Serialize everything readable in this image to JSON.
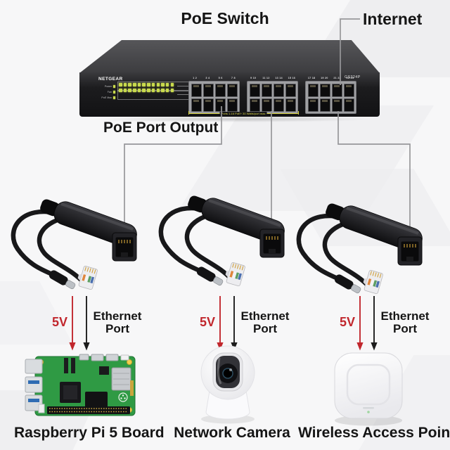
{
  "title": "PoE Switch",
  "annotations": {
    "internet": "Internet",
    "poe_port_output": "PoE Port Output",
    "power_label": "5V",
    "ethernet_label_line1": "Ethernet",
    "ethernet_label_line2": "Port"
  },
  "switch": {
    "brand": "NETGEAR",
    "model": "GS324P",
    "status_leds": [
      "Power",
      "Fan",
      "PoE Max"
    ],
    "poe_note": "Ports 1-16 PoE+ 30 Watts/port max"
  },
  "devices": [
    {
      "name": "Raspberry Pi 5 Board"
    },
    {
      "name": "Network Camera"
    },
    {
      "name": "Wireless Access Point"
    }
  ],
  "colors": {
    "arrow_red": "#c1272d",
    "led_green": "#c9da4d",
    "poe_yellow": "#d8d43e",
    "line_gray": "#97979a"
  }
}
